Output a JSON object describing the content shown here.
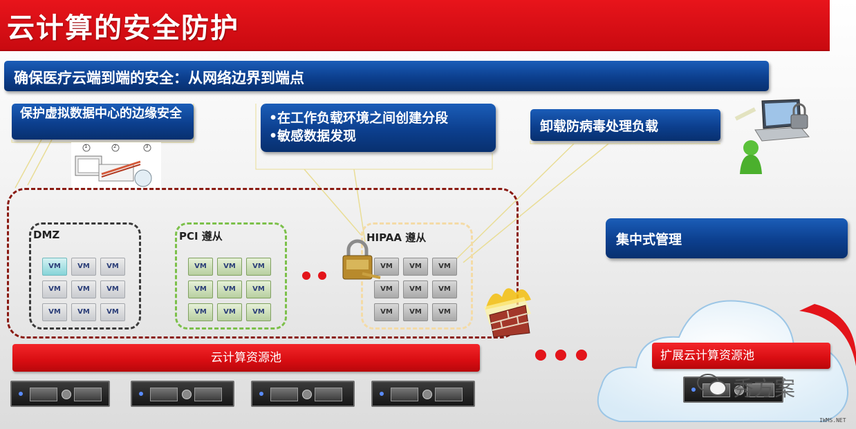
{
  "title": "云计算的安全防护",
  "banner": "确保医疗云端到端的安全：从网络边界到端点",
  "callouts": {
    "edge": "保护虚拟数据中心的边缘安全",
    "segment_lines": [
      "•在工作负载环境之间创建分段",
      "•敏感数据发现"
    ],
    "antivirus": "卸载防病毒处理负载",
    "central": "集中式管理"
  },
  "zones": {
    "dmz": "DMZ",
    "pci": "PCI 遵从",
    "hipaa": "HIPAA 遵从"
  },
  "vm_label": "VM",
  "pools": {
    "local": "云计算资源池",
    "extended": "扩展云计算资源池"
  },
  "steps": [
    "1",
    "2",
    "3"
  ],
  "watermark": "秀方案",
  "site": "IWMS.NET",
  "colors": {
    "title_red": "#d50f15",
    "box_blue": "#0c3f8e",
    "dmz_border": "#3a3a3a",
    "pci_border": "#7cc04a",
    "hipaa_border": "#f4dba6",
    "zone_border": "#8a1a12"
  }
}
